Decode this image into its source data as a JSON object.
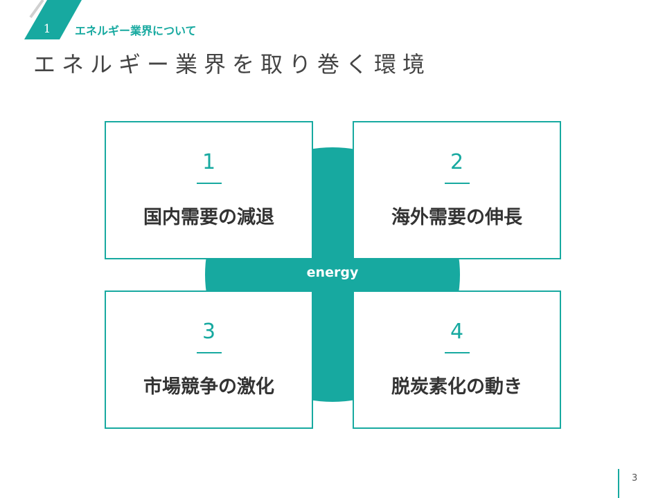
{
  "header": {
    "section_number": "1",
    "section_title": "エネルギー業界について",
    "title": "エネルギー業界を取り巻く環境"
  },
  "center_label": "energy",
  "quadrants": [
    {
      "number": "1",
      "label": "国内需要の減退"
    },
    {
      "number": "2",
      "label": "海外需要の伸長"
    },
    {
      "number": "3",
      "label": "市場競争の激化"
    },
    {
      "number": "4",
      "label": "脱炭素化の動き"
    }
  ],
  "page_number": "3",
  "colors": {
    "accent": "#17a9a0",
    "text": "#333333"
  }
}
